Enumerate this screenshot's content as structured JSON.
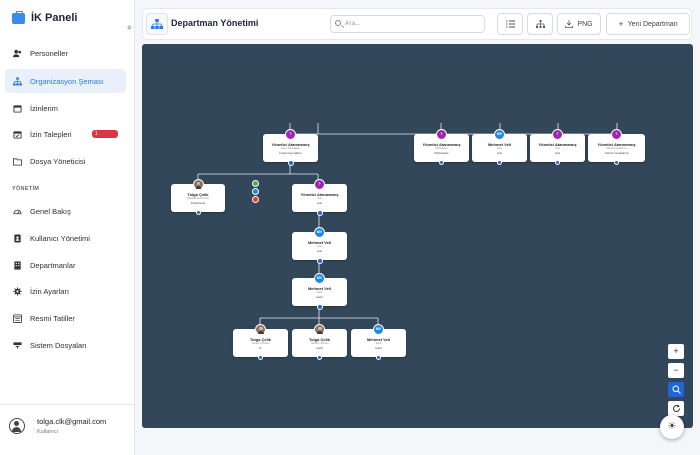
{
  "app": {
    "title": "İK Paneli"
  },
  "sidebar": {
    "items": [
      {
        "label": "Personeller"
      },
      {
        "label": "Organizasyon Şeması"
      },
      {
        "label": "İzinlerim"
      },
      {
        "label": "İzin Talepleri",
        "badge": "1"
      },
      {
        "label": "Dosya Yöneticisi"
      }
    ],
    "section_label": "YÖNETİM",
    "admin_items": [
      {
        "label": "Genel Bakış"
      },
      {
        "label": "Kullanıcı Yönetimi"
      },
      {
        "label": "Departmanlar"
      },
      {
        "label": "İzin Ayarları"
      },
      {
        "label": "Resmi Tatiller"
      },
      {
        "label": "Sistem Dosyaları"
      }
    ]
  },
  "user": {
    "email": "tolga.clk@gmail.com",
    "role": "Kullanıcı"
  },
  "header": {
    "title": "Departman Yönetimi",
    "search_placeholder": "Ara...",
    "png_label": "PNG",
    "new_dept_label": "Yeni Departman"
  },
  "org": {
    "nodes": [
      {
        "name": "Yönetici Atanmamış",
        "subtitle": "İnsan Kaynakları",
        "dept": "İnsan Kaynakları",
        "avatar": "?",
        "color": "purple"
      },
      {
        "name": "Tolga Çelik",
        "subtitle": "Pazarlama Uzmanı",
        "dept": "Pazarlama",
        "avatar": "TÇ",
        "color": "photo"
      },
      {
        "name": "Yönetici Atanmamış",
        "subtitle": "test",
        "dept": "test",
        "avatar": "?",
        "color": "purple"
      },
      {
        "name": "Mehmet Veli",
        "subtitle": "test",
        "dept": "test",
        "avatar": "MV",
        "color": "blue"
      },
      {
        "name": "Mehmet Veli",
        "subtitle": "test2",
        "dept": "test2",
        "avatar": "MV",
        "color": "blue"
      },
      {
        "name": "Tolga Çelik",
        "subtitle": "Yazılım Uzmanı",
        "dept": "IT",
        "avatar": "TÇ",
        "color": "photo"
      },
      {
        "name": "Tolga Çelik",
        "subtitle": "Yazılım Uzmanı",
        "dept": "test3",
        "avatar": "TÇ",
        "color": "photo"
      },
      {
        "name": "Mehmet Veli",
        "subtitle": "test3",
        "dept": "test3",
        "avatar": "MV",
        "color": "blue"
      },
      {
        "name": "Yönetici Atanmamış",
        "subtitle": "Muhasebe",
        "dept": "Muhasebe",
        "avatar": "?",
        "color": "purple"
      },
      {
        "name": "Mehmet Veli",
        "subtitle": "test",
        "dept": "test",
        "avatar": "MV",
        "color": "blue"
      },
      {
        "name": "Yönetici Atanmamış",
        "subtitle": "test",
        "dept": "test",
        "avatar": "?",
        "color": "purple"
      },
      {
        "name": "Yönetici Atanmamış",
        "subtitle": "Yazılım Geliştirme",
        "dept": "Yazılım Geliştirme",
        "avatar": "?",
        "color": "purple"
      }
    ]
  }
}
